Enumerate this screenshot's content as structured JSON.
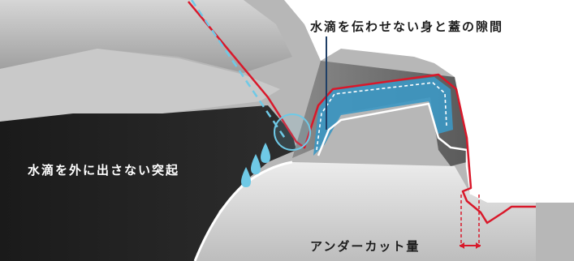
{
  "labels": {
    "gap": "水滴を伝わせない身と蓋の隙間",
    "ridge": "水滴を外に出さない突起",
    "undercut": "アンダーカット量"
  },
  "icons": {
    "droplet": "water-drop-icon",
    "arrow": "double-arrow-icon"
  },
  "colors": {
    "accent_red": "#d9182a",
    "water_blue": "#3d97c2",
    "dashed_guide": "#6fc9e6",
    "leader_navy": "#1f3f66",
    "outline_white": "#ffffff"
  }
}
